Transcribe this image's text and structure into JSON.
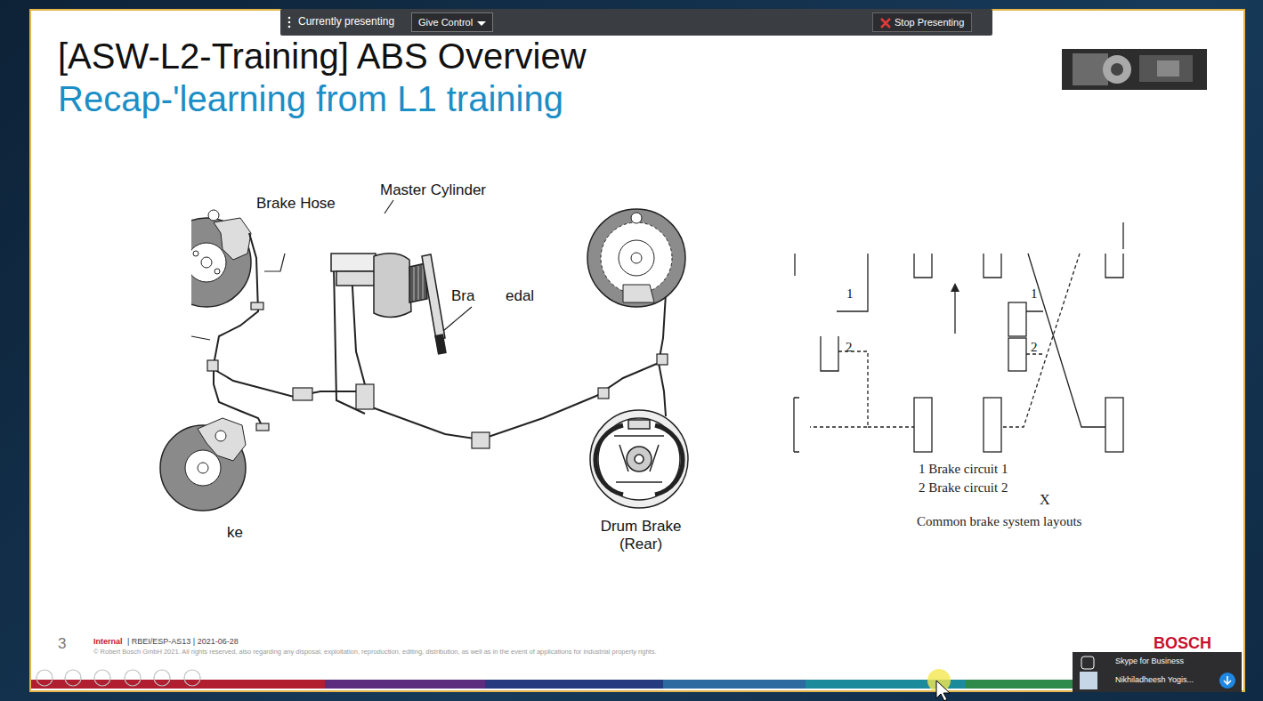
{
  "diagram": {
    "title": "[ASW-L2-Training] ABS Overview",
    "nodes": [
      {
        "text": [
          "Currently presenting"
        ]
      },
      {
        "text": [
          "Give Control"
        ],
        "in": 0
      },
      {
        "text": [
          "Stop Presenting"
        ],
        "in": 0
      },
      {
        "text": [
          "Skype for Business",
          "Nikhiladheesh Yogis..."
        ]
      }
    ],
    "labels": [
      "Recap-'learning from L1 training",
      "Brake Hose",
      "Master Cylinder",
      "Bra",
      "edal",
      "ke",
      "Drum Brake (Rear)",
      "1",
      "2",
      "1",
      "2",
      "1 Brake circuit 1",
      "2 Brake circuit 2",
      "X",
      "Common brake system layouts",
      "3",
      "Internal",
      "| RBEI/ESP-AS13 | 2021-06-28",
      "© Robert Bosch GmbH 2021. All rights reserved, also regarding any disposal, exploitation, reproduction, editing, distribution, as well as in the event of applications for industrial property rights.",
      "BOSCH"
    ]
  }
}
